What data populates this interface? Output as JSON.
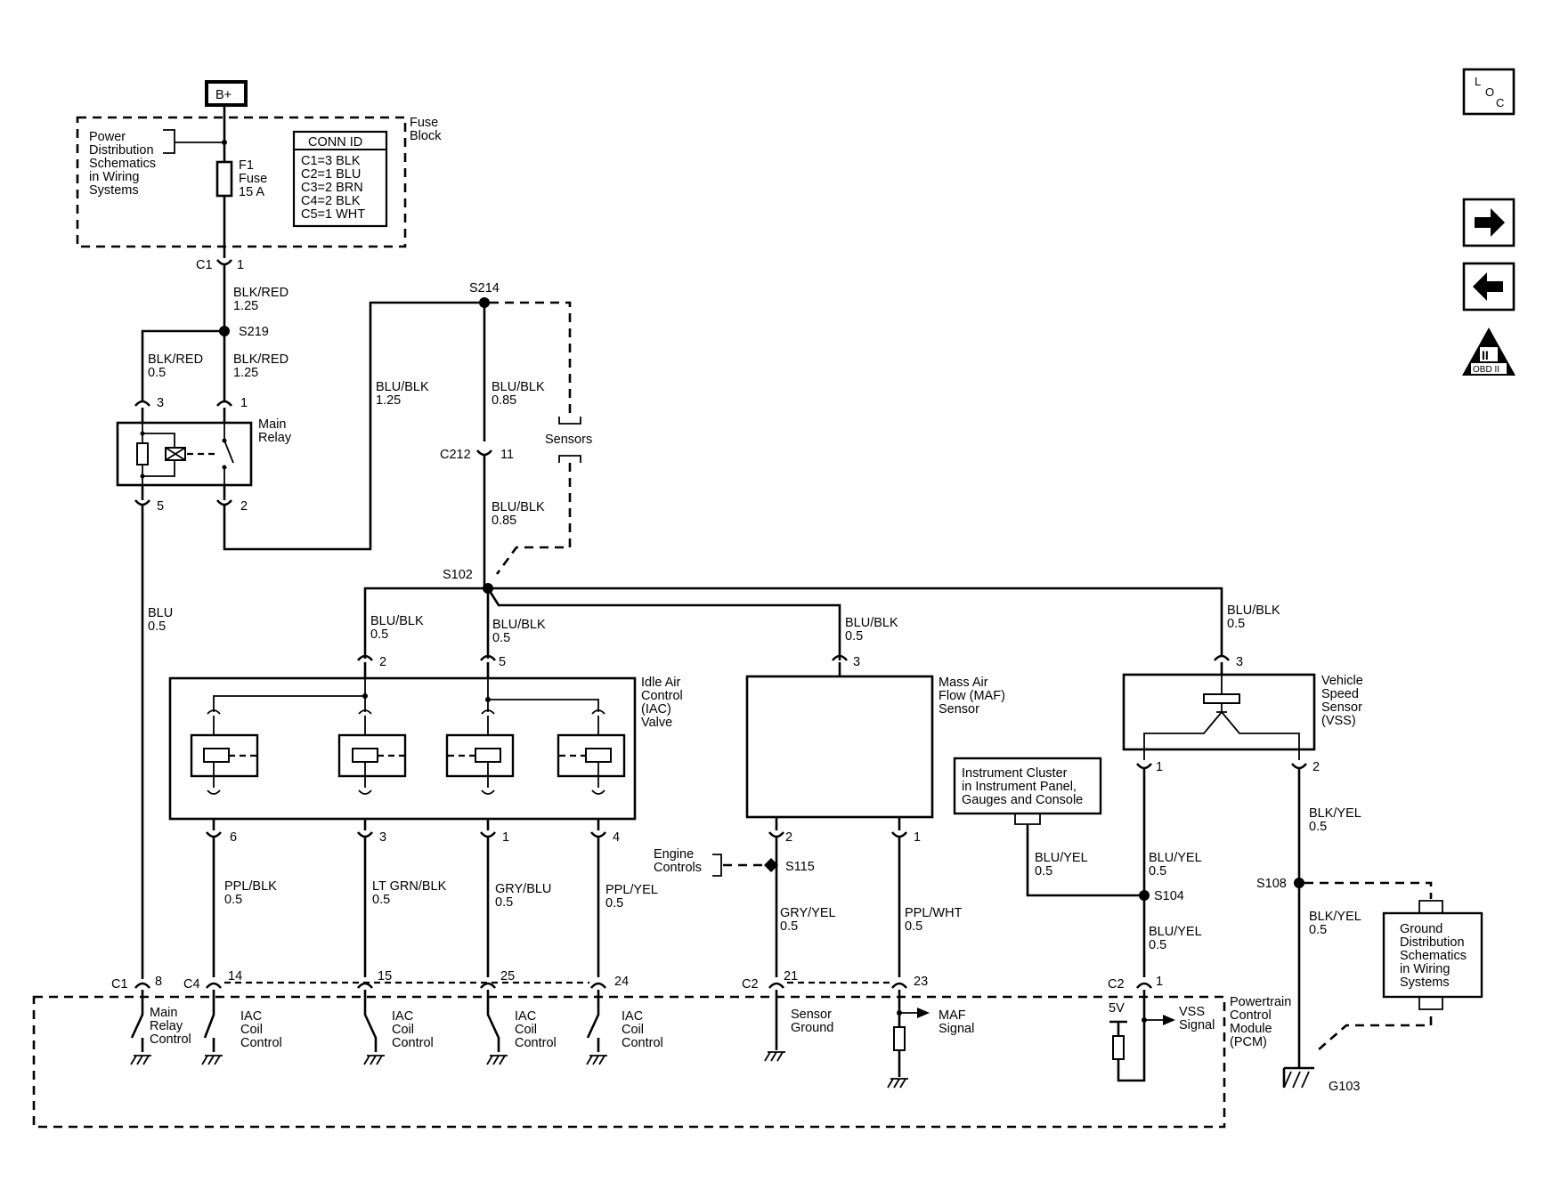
{
  "power": {
    "bplus": "B+"
  },
  "fuse_block": {
    "note": [
      "Power",
      "Distribution",
      "Schematics",
      "in Wiring",
      "Systems"
    ],
    "fuse": [
      "F1",
      "Fuse",
      "15 A"
    ],
    "title": [
      "Fuse",
      "Block"
    ],
    "conn_id_title": "CONN ID",
    "conn_ids": [
      "C1=3 BLK",
      "C2=1 BLU",
      "C3=2 BRN",
      "C4=2 BLK",
      "C5=1 WHT"
    ]
  },
  "connectors": {
    "c1_top": "C1",
    "c1_top_pin": "1",
    "c212": "C212",
    "c212_pin": "11"
  },
  "splices": {
    "s214": "S214",
    "s219": "S219",
    "s102": "S102",
    "s115": "S115",
    "s104": "S104",
    "s108": "S108"
  },
  "wires": {
    "w_blkred_125_a": [
      "BLK/RED",
      "1.25"
    ],
    "w_blkred_05": [
      "BLK/RED",
      "0.5"
    ],
    "w_blkred_125_b": [
      "BLK/RED",
      "1.25"
    ],
    "w_blublk_125": [
      "BLU/BLK",
      "1.25"
    ],
    "w_blublk_085_a": [
      "BLU/BLK",
      "0.85"
    ],
    "w_blublk_085_b": [
      "BLU/BLK",
      "0.85"
    ],
    "w_blu_05": [
      "BLU",
      "0.5"
    ],
    "w_blublk_05_a": [
      "BLU/BLK",
      "0.5"
    ],
    "w_blublk_05_b": [
      "BLU/BLK",
      "0.5"
    ],
    "w_blublk_05_c": [
      "BLU/BLK",
      "0.5"
    ],
    "w_blublk_05_d": [
      "BLU/BLK",
      "0.5"
    ],
    "w_pplblk": [
      "PPL/BLK",
      "0.5"
    ],
    "w_ltgrnblk": [
      "LT GRN/BLK",
      "0.5"
    ],
    "w_gryblu": [
      "GRY/BLU",
      "0.5"
    ],
    "w_pplyel": [
      "PPL/YEL",
      "0.5"
    ],
    "w_gryyel": [
      "GRY/YEL",
      "0.5"
    ],
    "w_pplwht": [
      "PPL/WHT",
      "0.5"
    ],
    "w_bluyel_a": [
      "BLU/YEL",
      "0.5"
    ],
    "w_bluyel_b": [
      "BLU/YEL",
      "0.5"
    ],
    "w_bluyel_c": [
      "BLU/YEL",
      "0.5"
    ],
    "w_blkyel_a": [
      "BLK/YEL",
      "0.5"
    ],
    "w_blkyel_b": [
      "BLK/YEL",
      "0.5"
    ]
  },
  "main_relay": {
    "title": [
      "Main",
      "Relay"
    ],
    "pins": {
      "p3": "3",
      "p1": "1",
      "p5": "5",
      "p2": "2"
    }
  },
  "sensors_ref": "Sensors",
  "iac": {
    "title": [
      "Idle Air",
      "Control",
      "(IAC)",
      "Valve"
    ],
    "top_pins": {
      "a": "2",
      "b": "5"
    },
    "bottom_pins": {
      "p6": "6",
      "p3": "3",
      "p1": "1",
      "p4": "4"
    }
  },
  "maf": {
    "title": [
      "Mass Air",
      "Flow (MAF)",
      "Sensor"
    ],
    "pins": {
      "top": "3",
      "p2": "2",
      "p1": "1"
    }
  },
  "vss": {
    "title": [
      "Vehicle",
      "Speed",
      "Sensor",
      "(VSS)"
    ],
    "pins": {
      "top": "3",
      "p1": "1",
      "p2": "2"
    }
  },
  "instrument_cluster": [
    "Instrument Cluster",
    "in Instrument Panel,",
    "Gauges and Console"
  ],
  "engine_controls": [
    "Engine",
    "Controls"
  ],
  "ground_dist": [
    "Ground",
    "Distribution",
    "Schematics",
    "in Wiring",
    "Systems"
  ],
  "ground": "G103",
  "pcm": {
    "title": [
      "Powertrain",
      "Control",
      "Module",
      "(PCM)"
    ],
    "conn_c1": "C1",
    "conn_c1_pin": "8",
    "conn_c4": "C4",
    "pins_c4": [
      "14",
      "15",
      "25",
      "24"
    ],
    "conn_c2a": "C2",
    "pins_c2a": [
      "21",
      "23"
    ],
    "conn_c2b": "C2",
    "pin_c2b": "1",
    "main_relay_control": [
      "Main",
      "Relay",
      "Control"
    ],
    "iac_coil_control": [
      "IAC",
      "Coil",
      "Control"
    ],
    "sensor_ground": [
      "Sensor",
      "Ground"
    ],
    "maf_signal": [
      "MAF",
      "Signal"
    ],
    "five_v": "5V",
    "vss_signal": [
      "VSS",
      "Signal"
    ]
  },
  "nav": {
    "loc": [
      "L",
      "O",
      "C"
    ],
    "obd": [
      "II",
      "OBD II"
    ]
  }
}
